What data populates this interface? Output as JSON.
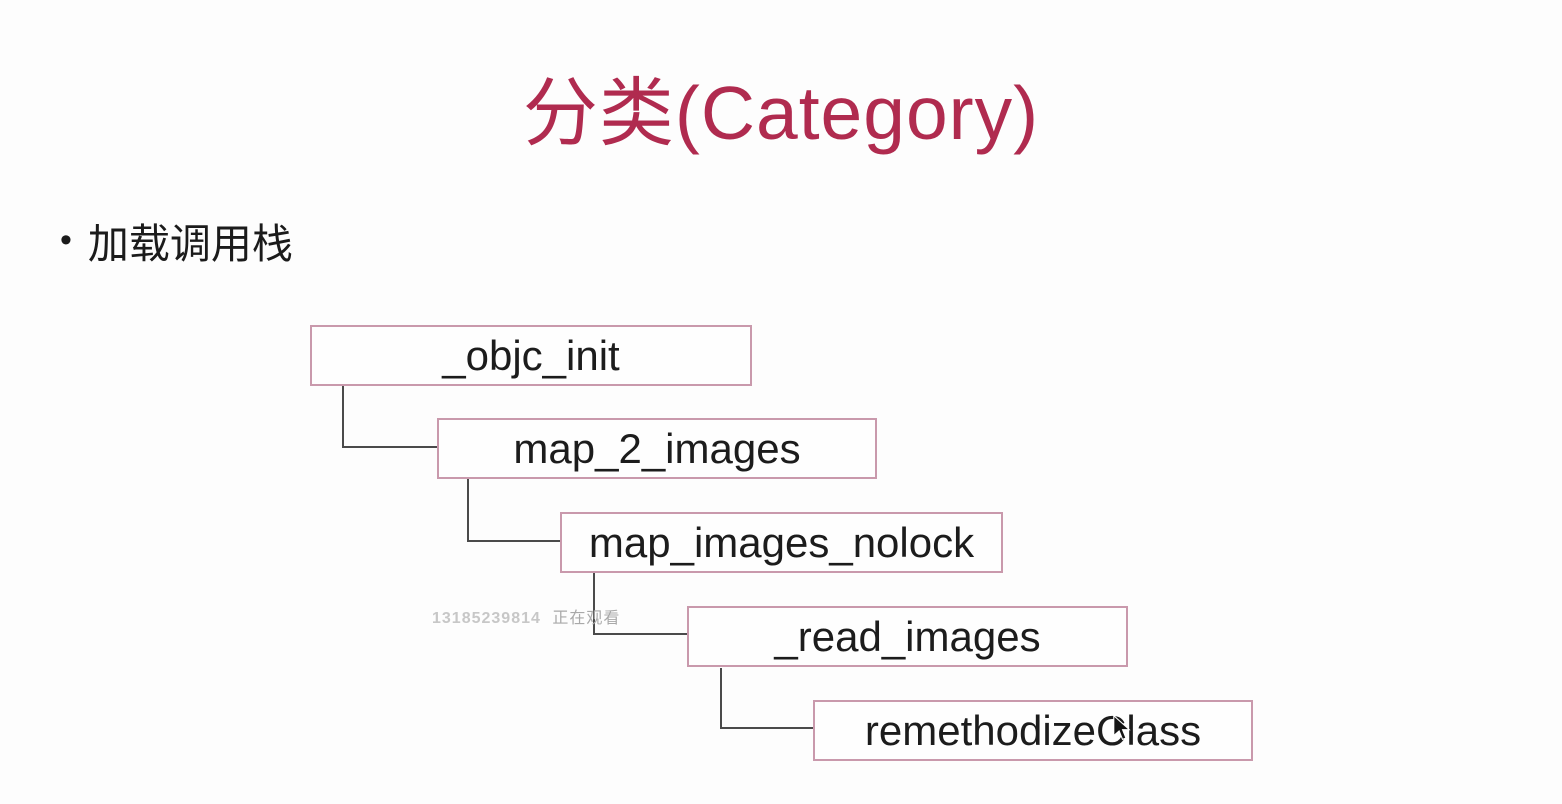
{
  "title": "分类(Category)",
  "bullet": {
    "marker": "•",
    "text": "加载调用栈"
  },
  "diagram": {
    "description": "call-stack cascade, top to bottom",
    "boxes": [
      {
        "label": "_objc_init"
      },
      {
        "label": "map_2_images"
      },
      {
        "label": "map_images_nolock"
      },
      {
        "label": "_read_images"
      },
      {
        "label": "remethodizeClass"
      }
    ]
  },
  "watermark": {
    "id": "13185239814",
    "status": "正在观看"
  },
  "icons": {
    "cursor": "arrow-pointer-icon"
  },
  "colors": {
    "title": "#b02b4f",
    "box_border": "#c999ac",
    "box_text": "#1c1c1c",
    "connector": "#4a4a4a",
    "watermark_id": "#c7c7c7",
    "watermark_status": "#a9a9a9",
    "background": "#fdfdfd"
  }
}
